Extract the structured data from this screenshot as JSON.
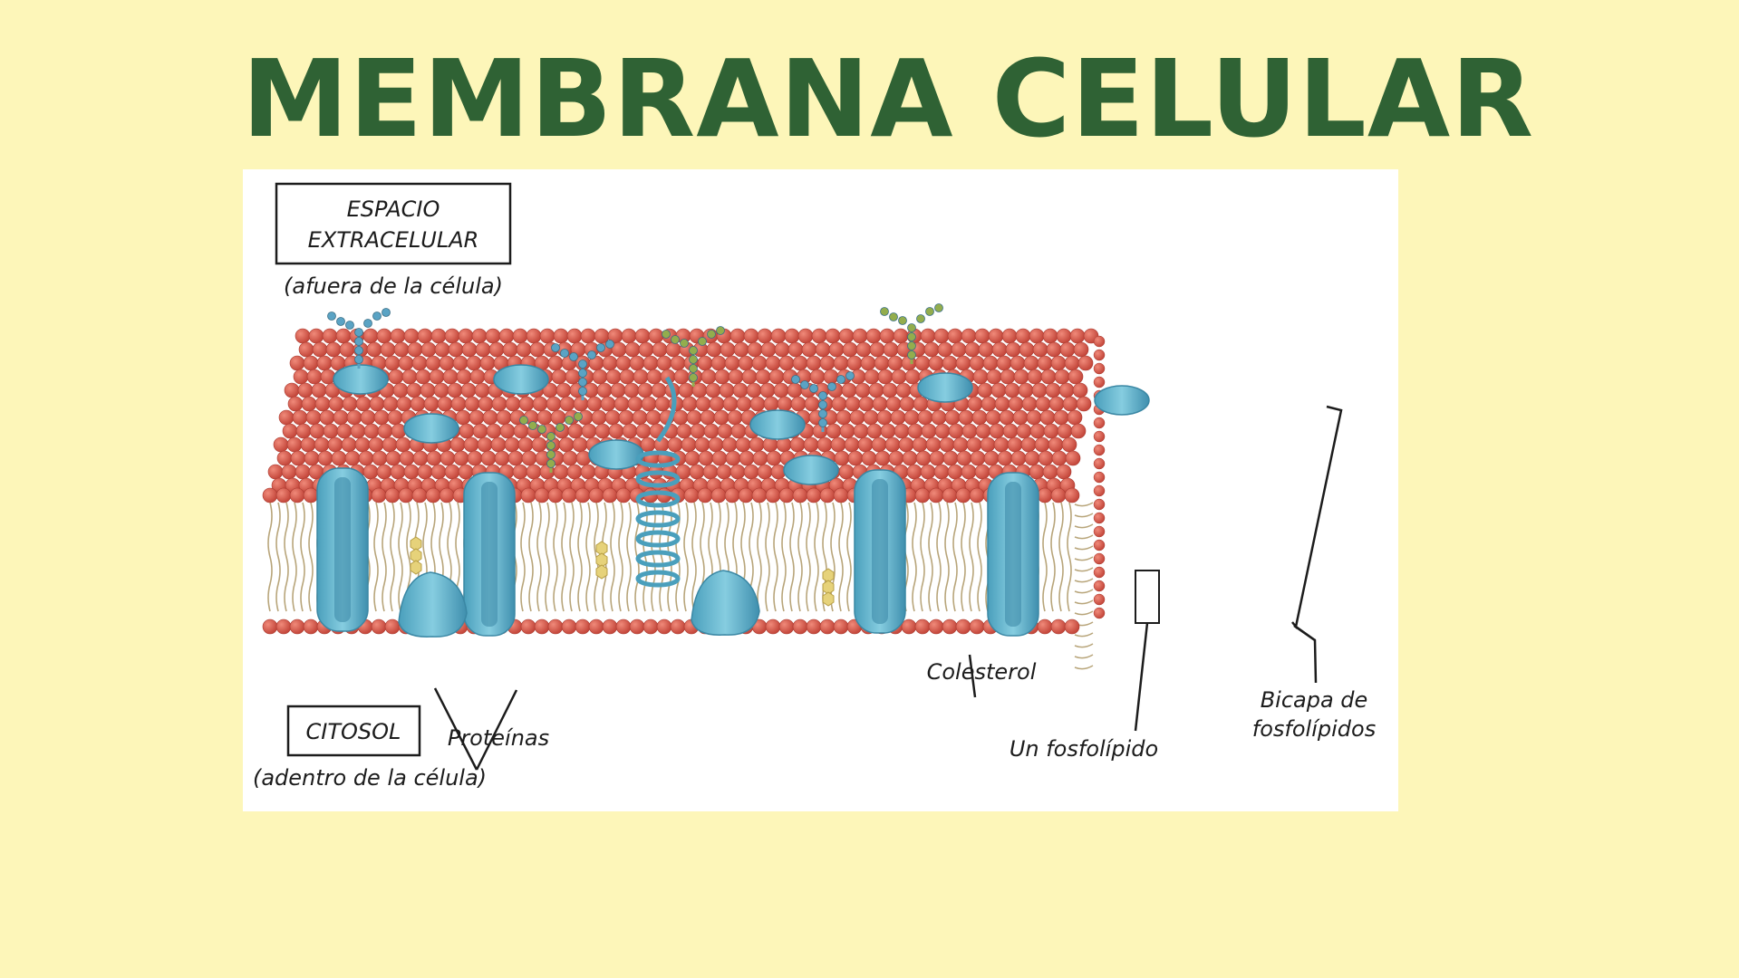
{
  "title": "MEMBRANA CELULAR",
  "labels": {
    "extracellular_line1": "ESPACIO",
    "extracellular_line2": "EXTRACELULAR",
    "extracellular_note": "(afuera de la célula)",
    "cytosol": "CITOSOL",
    "cytosol_note": "(adentro de la célula)",
    "proteins": "Proteínas",
    "cholesterol": "Colesterol",
    "phospholipid": "Un fosfolípido",
    "bilayer_line1": "Bicapa de",
    "bilayer_line2": "fosfolípidos"
  },
  "colors": {
    "background": "#fdf6b9",
    "title": "#2f6234",
    "lipid_head": "#d9574a",
    "protein": "#6bbcd3",
    "glyco_blue": "#5aa3c4",
    "glyco_green": "#93ad4d",
    "cholesterol": "#e6d27a"
  }
}
